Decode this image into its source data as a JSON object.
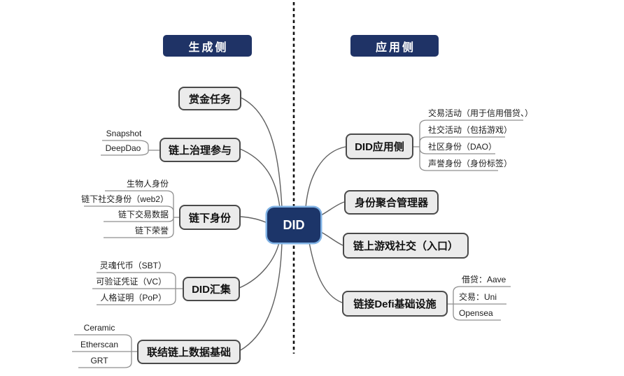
{
  "headers": {
    "left": "生成侧",
    "right": "应用侧"
  },
  "center": {
    "label": "DID"
  },
  "left_branches": [
    {
      "label": "赏金任务",
      "children": []
    },
    {
      "label": "链上治理参与",
      "children": [
        "Snapshot",
        "DeepDao"
      ]
    },
    {
      "label": "链下身份",
      "children": [
        "生物人身份",
        "链下社交身份（web2）",
        "链下交易数据",
        "链下荣誉"
      ]
    },
    {
      "label": "DID汇集",
      "children": [
        "灵魂代币（SBT）",
        "可验证凭证（VC）",
        "人格证明（PoP）"
      ]
    },
    {
      "label": "联结链上数据基础",
      "children": [
        "Ceramic",
        "Etherscan",
        "GRT"
      ]
    }
  ],
  "right_branches": [
    {
      "label": "DID应用侧",
      "children": [
        "交易活动（用于信用借贷、）",
        "社交活动（包括游戏）",
        "社区身份（DAO）",
        "声誉身份（身份标签）"
      ]
    },
    {
      "label": "身份聚合管理器",
      "children": []
    },
    {
      "label": "链上游戏社交（入口）",
      "children": []
    },
    {
      "label": "链接Defi基础设施",
      "children": [
        "借贷：Aave",
        "交易：Uni",
        "Opensea"
      ]
    }
  ],
  "colors": {
    "header_bg": "#1f3366",
    "center_bg": "#1c3569",
    "center_glow": "#7fb2e5",
    "node_bg": "#ebebeb",
    "node_border": "#4a4a4a",
    "connector": "#606060",
    "leaf_line": "#8f8f8f"
  }
}
